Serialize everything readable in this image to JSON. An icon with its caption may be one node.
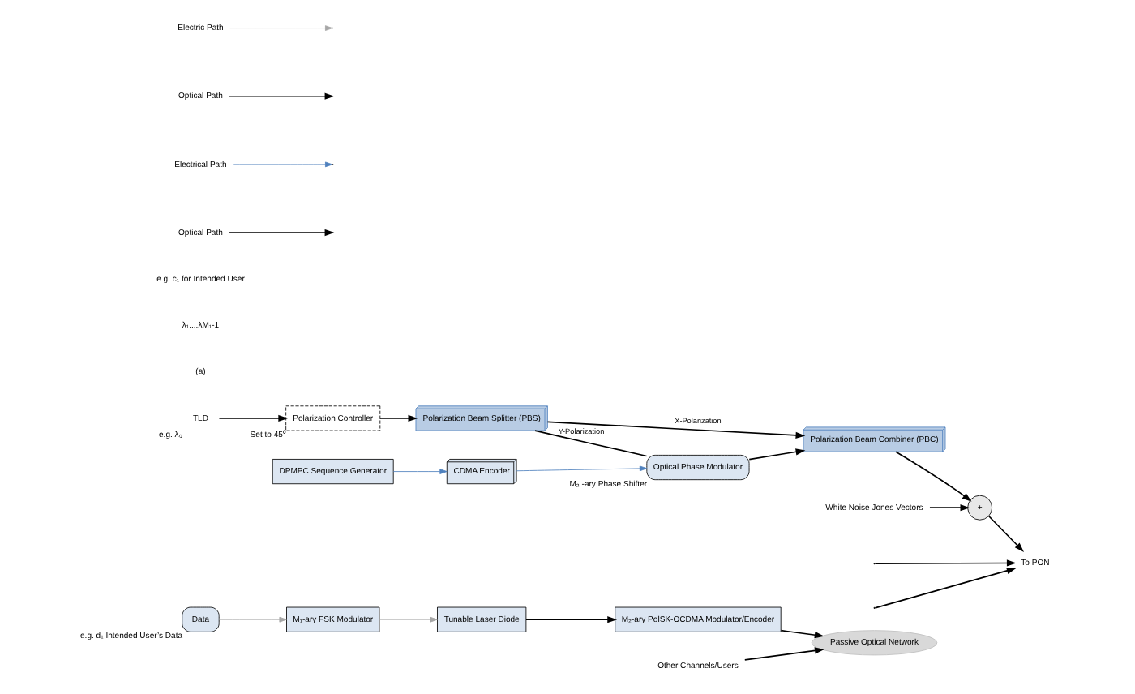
{
  "diagram": {
    "nodes": [
      {
        "text": [
          "Data"
        ],
        "beside": [
          "e.g. d₁ Intended User’s Data"
        ]
      },
      {
        "text": [
          "M₁-ary FSK Modulator"
        ]
      },
      {
        "text": [
          "Tunable Laser Diode"
        ]
      },
      {
        "text": [
          "M₂-ary PolSK-OCDMA Modulator/Encoder"
        ]
      },
      {
        "text": [
          "Passive Optical Network"
        ]
      },
      {
        "text": [
          "Other Channels/Users"
        ]
      },
      {
        "text": [
          "TLD"
        ],
        "beside": [
          "e.g. λ₀"
        ]
      },
      {
        "text": [
          "Polarization Controller"
        ],
        "beside": [
          "Set to 45⁰"
        ]
      },
      {
        "text": [
          "Polarization Beam Splitter (PBS)"
        ]
      },
      {
        "text": [
          "Polarization Beam Combiner (PBC)"
        ]
      },
      {
        "text": [
          "+"
        ]
      },
      {
        "text": [
          "White Noise Jones Vectors"
        ]
      },
      {
        "text": [
          "Optical Phase Modulator"
        ],
        "beside": [
          "M₂ -ary Phase Shifter"
        ]
      },
      {
        "text": [
          "DPMPC Sequence Generator"
        ]
      },
      {
        "text": [
          "CDMA Encoder"
        ]
      },
      {
        "text": [
          "To PON"
        ]
      }
    ],
    "edges": [
      {
        "from": 0,
        "to": 1,
        "arrow": "to",
        "color": "#a6a6a6"
      },
      {
        "from": 1,
        "to": 2,
        "arrow": "to",
        "color": "#a6a6a6"
      },
      {
        "from": 2,
        "to": 3,
        "arrow": "to"
      },
      {
        "from": 3,
        "to": 4,
        "arrow": "to"
      },
      {
        "from": 5,
        "to": 4,
        "arrow": "to"
      },
      {
        "from": 6,
        "to": 7,
        "arrow": "to"
      },
      {
        "from": 7,
        "to": 8,
        "arrow": "to"
      },
      {
        "from": 8,
        "to": 9,
        "arrow": "to",
        "label": "X-Polarization"
      },
      {
        "from": 8,
        "to": 12,
        "arrow": "none",
        "label": "Y-Polarization"
      },
      {
        "from": 12,
        "to": 9,
        "arrow": "to"
      },
      {
        "from": 9,
        "to": 10,
        "arrow": "to"
      },
      {
        "from": 11,
        "to": 10,
        "arrow": "to"
      },
      {
        "from": 10,
        "to": 15,
        "arrow": "to"
      },
      {
        "from": null,
        "to": 15,
        "arrow": "to"
      },
      {
        "from": null,
        "to": 15,
        "arrow": "to"
      },
      {
        "from": 13,
        "to": 14,
        "arrow": "to",
        "color": "#4f81bd"
      },
      {
        "from": 14,
        "to": 12,
        "arrow": "to",
        "color": "#4f81bd"
      }
    ],
    "labels": [
      "(a)",
      "λ₁....λM₁-1",
      "e.g. c₁ for Intended User"
    ],
    "legend": [
      {
        "text": "Electric Path"
      },
      {
        "text": "Optical Path"
      },
      {
        "text": "Electrical Path"
      },
      {
        "text": "Optical Path"
      }
    ]
  }
}
